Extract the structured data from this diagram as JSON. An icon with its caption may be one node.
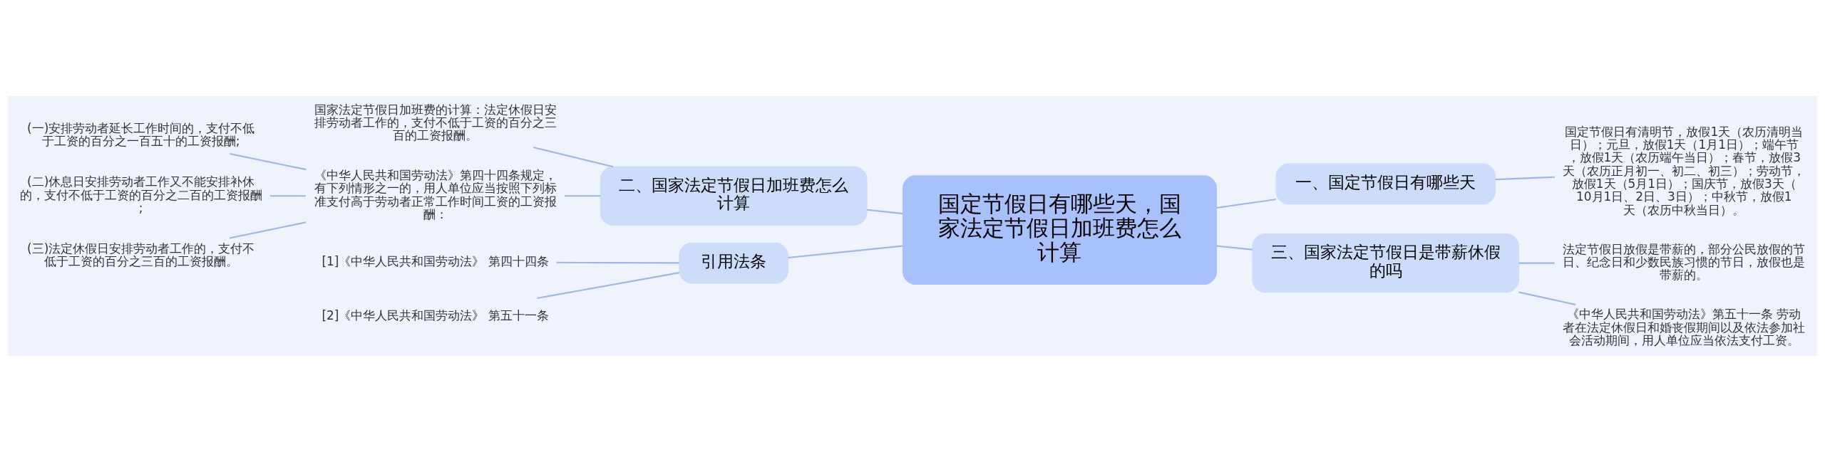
{
  "diagram": {
    "nodes": [
      {
        "text": [
          "国定节假日有哪些天，国家法定节假日加班费怎么计算"
        ]
      },
      {
        "text": [
          "二、国家法定节假日加班费怎么计算"
        ]
      },
      {
        "text": [
          "国家法定节假日加班费的计算：法定休假日安排劳动者工作的，支付不低于工资的百分之三百的工资报酬。"
        ]
      },
      {
        "text": [
          "《中华人民共和国劳动法》第四十四条规定，有下列情形之一的，用人单位应当按照下列标准支付高于劳动者正常工作时间工资的工资报酬："
        ]
      },
      {
        "text": [
          "(一)安排劳动者延长工作时间的，支付不低于工资的百分之一百五十的工资报酬;"
        ]
      },
      {
        "text": [
          "(二)休息日安排劳动者工作又不能安排补休的，支付不低于工资的百分之二百的工资报酬;"
        ]
      },
      {
        "text": [
          "(三)法定休假日安排劳动者工作的，支付不低于工资的百分之三百的工资报酬。"
        ]
      },
      {
        "text": [
          "引用法条"
        ]
      },
      {
        "text": [
          "[1]《中华人民共和国劳动法》 第四十四条"
        ]
      },
      {
        "text": [
          "[2]《中华人民共和国劳动法》 第五十一条"
        ]
      },
      {
        "text": [
          "一、国定节假日有哪些天"
        ]
      },
      {
        "text": [
          "国定节假日有清明节，放假1天（农历清明当日）；元旦，放假1天（1月1日）；端午节，放假1天（农历端午当日）；春节，放假3天（农历正月初一、初二、初三）；劳动节，放假1天（5月1日）；国庆节，放假3天（10月1日、2日、3日）；中秋节，放假1天（农历中秋当日）。"
        ]
      },
      {
        "text": [
          "三、国家法定节假日是带薪休假的吗"
        ]
      },
      {
        "text": [
          "法定节假日放假是带薪的，部分公民放假的节日、纪念日和少数民族习惯的节日，放假也是带薪的。"
        ]
      },
      {
        "text": [
          "《中华人民共和国劳动法》第五十一条 劳动者在法定休假日和婚丧假期间以及依法参加社会活动期间，用人单位应当依法支付工资。"
        ]
      }
    ],
    "edges": [
      {
        "from": 0,
        "to": 1,
        "arrow": "none"
      },
      {
        "from": 1,
        "to": 2,
        "arrow": "none"
      },
      {
        "from": 1,
        "to": 3,
        "arrow": "none"
      },
      {
        "from": 3,
        "to": 4,
        "arrow": "none"
      },
      {
        "from": 3,
        "to": 5,
        "arrow": "none"
      },
      {
        "from": 3,
        "to": 6,
        "arrow": "none"
      },
      {
        "from": 0,
        "to": 7,
        "arrow": "none"
      },
      {
        "from": 7,
        "to": 8,
        "arrow": "none"
      },
      {
        "from": 7,
        "to": 9,
        "arrow": "none"
      },
      {
        "from": 0,
        "to": 10,
        "arrow": "none"
      },
      {
        "from": 10,
        "to": 11,
        "arrow": "none"
      },
      {
        "from": 0,
        "to": 12,
        "arrow": "none"
      },
      {
        "from": 12,
        "to": 13,
        "arrow": "none"
      },
      {
        "from": 12,
        "to": 14,
        "arrow": "none"
      }
    ]
  }
}
